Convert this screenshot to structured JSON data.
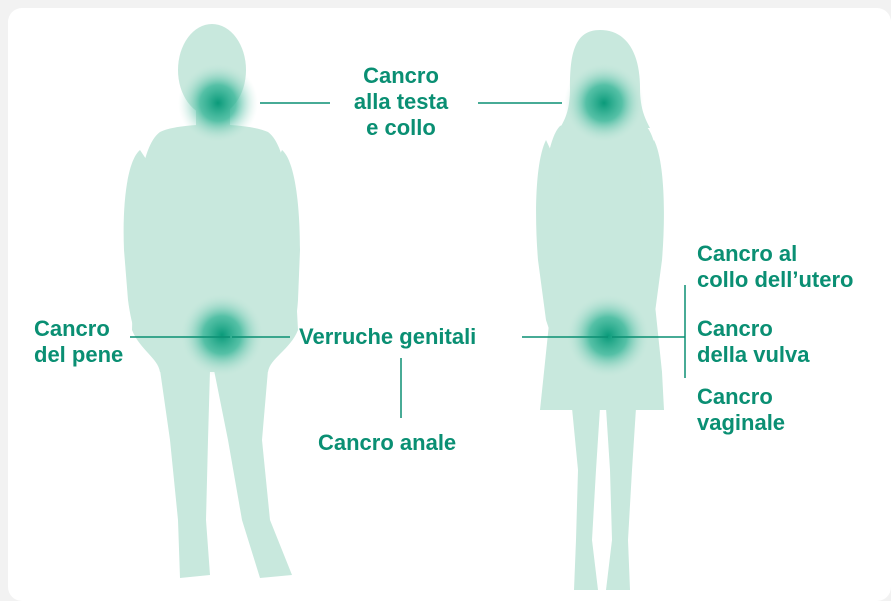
{
  "colors": {
    "silhouette": "#c8e8dd",
    "hotspot": "#12a383",
    "line": "#0a8f73",
    "text": "#0a8f73",
    "background": "#ffffff"
  },
  "labels": {
    "head_neck": [
      "Cancro",
      "alla testa",
      "e collo"
    ],
    "penile": [
      "Cancro",
      "del pene"
    ],
    "genital_warts": [
      "Verruche genitali"
    ],
    "anal": [
      "Cancro anale"
    ],
    "cervical": [
      "Cancro al",
      "collo dell’utero"
    ],
    "vulvar": [
      "Cancro",
      "della vulva"
    ],
    "vaginal": [
      "Cancro",
      "vaginale"
    ]
  }
}
